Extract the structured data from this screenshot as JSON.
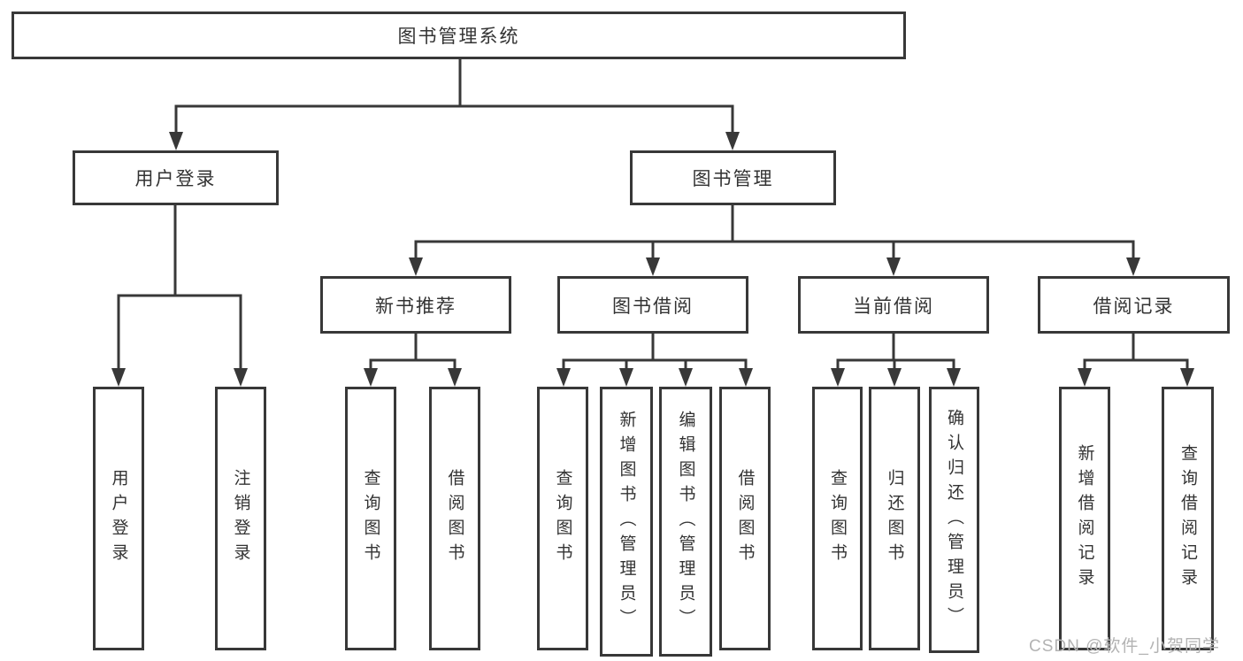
{
  "diagram": {
    "root": {
      "label": "图书管理系统"
    },
    "login": {
      "label": "用户登录",
      "children": [
        {
          "label": "用户登录"
        },
        {
          "label": "注销登录"
        }
      ]
    },
    "management": {
      "label": "图书管理",
      "children": [
        {
          "label": "新书推荐",
          "children": [
            {
              "label": "查询图书"
            },
            {
              "label": "借阅图书"
            }
          ]
        },
        {
          "label": "图书借阅",
          "children": [
            {
              "label": "查询图书"
            },
            {
              "label": "新增图书（管理员）"
            },
            {
              "label": "编辑图书（管理员）"
            },
            {
              "label": "借阅图书"
            }
          ]
        },
        {
          "label": "当前借阅",
          "children": [
            {
              "label": "查询图书"
            },
            {
              "label": "归还图书"
            },
            {
              "label": "确认归还（管理员）"
            }
          ]
        },
        {
          "label": "借阅记录",
          "children": [
            {
              "label": "新增借阅记录"
            },
            {
              "label": "查询借阅记录"
            }
          ]
        }
      ]
    }
  },
  "watermark": {
    "text": "CSDN @软件_小贺同学"
  },
  "colors": {
    "line": "#383838",
    "box_border": "#383838",
    "text": "#333333",
    "watermark": "#b3b3b3",
    "background": "#ffffff"
  }
}
